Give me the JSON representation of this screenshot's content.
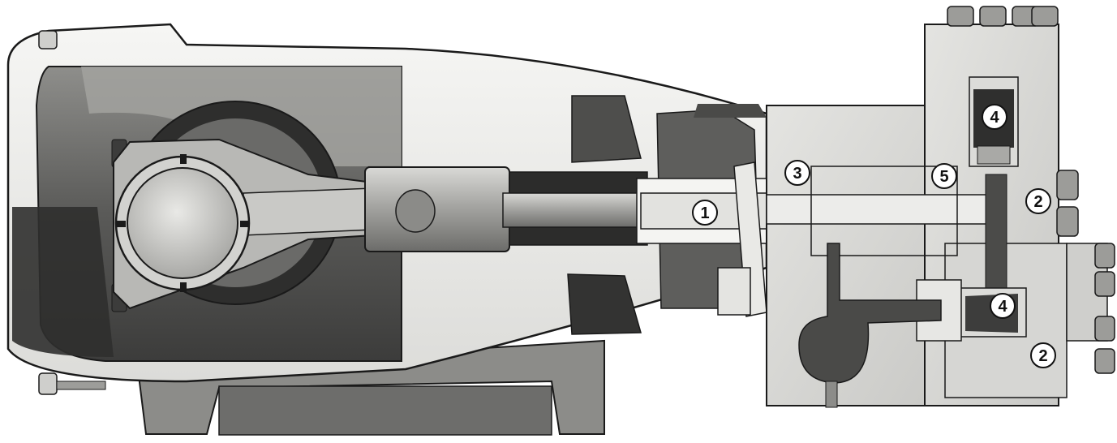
{
  "figure": {
    "colors": {
      "background": "#ffffff",
      "casting_light": "#ececea",
      "casting_mid": "#b9b9b6",
      "casting_dark": "#5e5e5c",
      "casting_darker": "#3b3b3a",
      "metal": "#9a9a98",
      "metal_dark": "#6f6f6d",
      "outline": "#1a1a1a"
    },
    "callouts": [
      {
        "id": "c1",
        "label": "1"
      },
      {
        "id": "c2a",
        "label": "2"
      },
      {
        "id": "c2b",
        "label": "2"
      },
      {
        "id": "c3",
        "label": "3"
      },
      {
        "id": "c4a",
        "label": "4"
      },
      {
        "id": "c4b",
        "label": "4"
      },
      {
        "id": "c5",
        "label": "5"
      }
    ]
  }
}
